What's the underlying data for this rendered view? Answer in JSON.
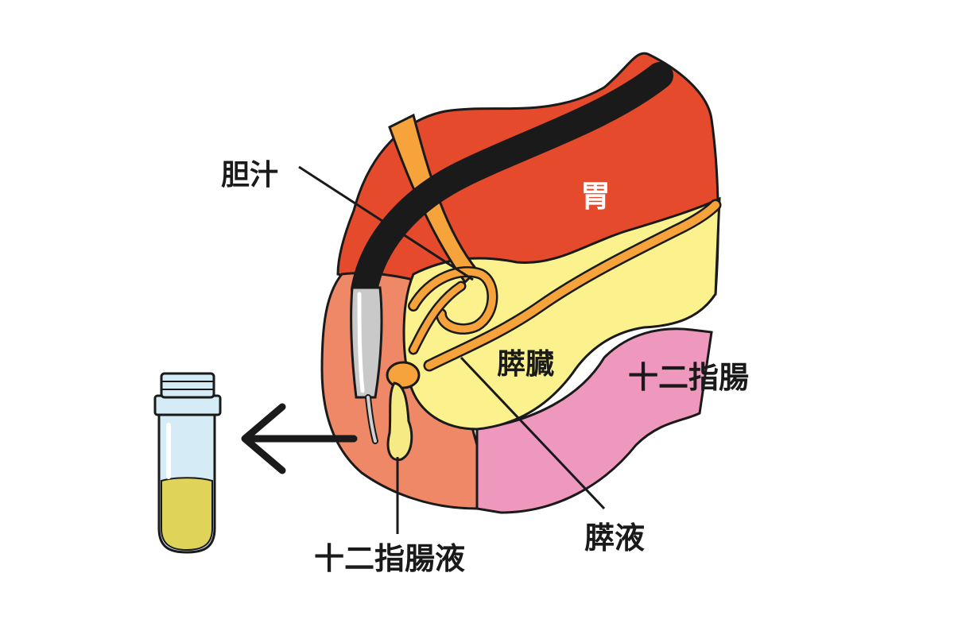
{
  "labels": {
    "stomach": "胃",
    "bile": "胆汁",
    "pancreas": "膵臓",
    "duodenum": "十二指腸",
    "pancreatic_juice": "膵液",
    "duodenal_juice": "十二指腸液"
  },
  "colors": {
    "stomach": "#e44a2b",
    "duodenum_wall": "#ef8867",
    "duodenum_pink": "#ef98bd",
    "pancreas": "#fbf28d",
    "duct": "#f5a33a",
    "endoscope": "#1a1a1a",
    "tube_glass": "#d5ecf6",
    "tube_liquid": "#e0d35a",
    "outline": "#1a1a1a"
  },
  "icons": {
    "arrow": "left-arrow-icon",
    "tube": "test-tube-icon",
    "endoscope": "endoscope-icon"
  }
}
